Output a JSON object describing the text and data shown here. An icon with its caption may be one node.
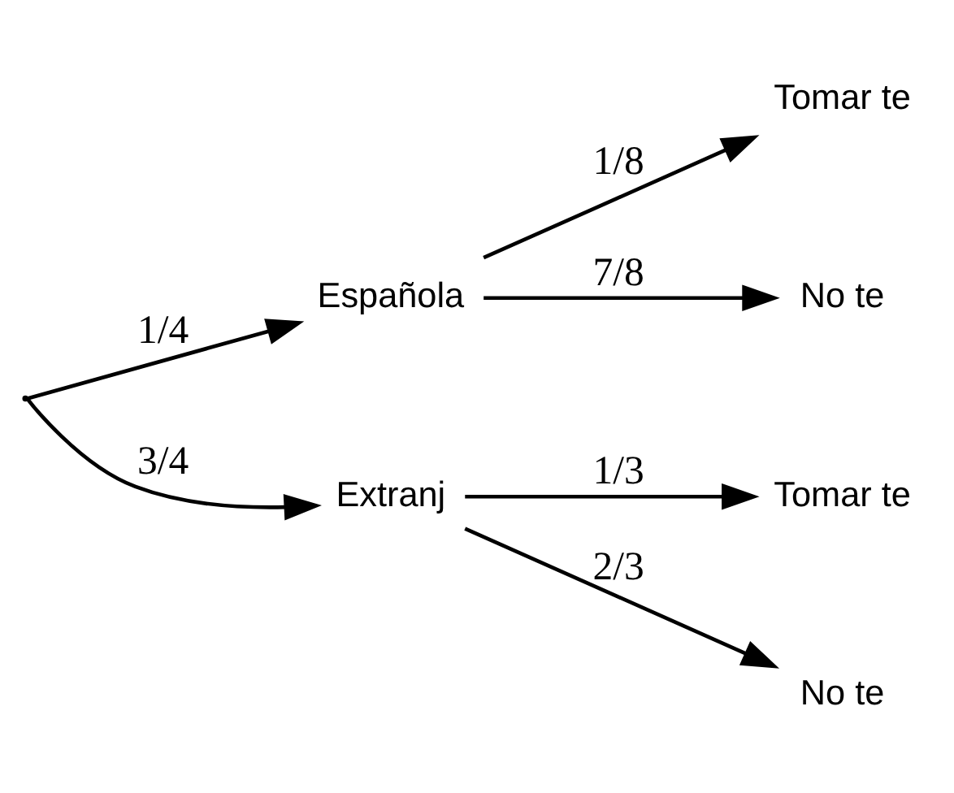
{
  "diagram": {
    "nodes": [
      {
        "text": [],
        "shape": "point"
      },
      {
        "text": [
          "Española"
        ]
      },
      {
        "text": [
          "Extranj"
        ]
      },
      {
        "text": [
          "Tomar te"
        ]
      },
      {
        "text": [
          "No te"
        ]
      },
      {
        "text": [
          "Tomar te"
        ]
      },
      {
        "text": [
          "No te"
        ]
      }
    ],
    "edges": [
      {
        "from": 0,
        "to": 1,
        "arrow": "to",
        "label": "1/4"
      },
      {
        "from": 0,
        "to": 2,
        "arrow": "to",
        "label": "3/4"
      },
      {
        "from": 1,
        "to": 3,
        "arrow": "to",
        "label": "1/8"
      },
      {
        "from": 1,
        "to": 4,
        "arrow": "to",
        "label": "7/8"
      },
      {
        "from": 2,
        "to": 5,
        "arrow": "to",
        "label": "1/3"
      },
      {
        "from": 2,
        "to": 6,
        "arrow": "to",
        "label": "2/3"
      }
    ]
  }
}
